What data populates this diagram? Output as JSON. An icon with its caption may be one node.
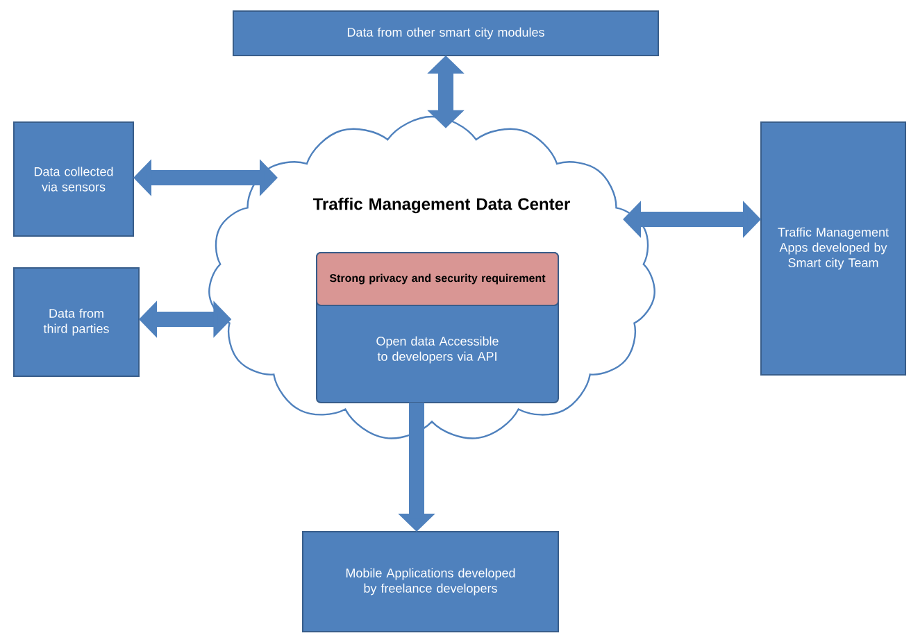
{
  "diagram": {
    "nodes": [
      {
        "text": [
          "Data from other smart city modules"
        ]
      },
      {
        "text": [
          "Data collected via sensors"
        ]
      },
      {
        "text": [
          "Data from third parties"
        ]
      },
      {
        "text": [
          "Traffic Management Data Center"
        ]
      },
      {
        "text": [
          "Open data Accessible to developers via API"
        ],
        "in": 3
      },
      {
        "text": [
          "Strong privacy and security requirement"
        ],
        "in": 4
      },
      {
        "text": [
          "Traffic Management Apps developed by Smart city Team"
        ]
      },
      {
        "text": [
          "Mobile Applications developed by freelance developers"
        ]
      }
    ],
    "edges": [
      {
        "from": 0,
        "to": 3,
        "arrow": "both"
      },
      {
        "from": 1,
        "to": 3,
        "arrow": "both"
      },
      {
        "from": 2,
        "to": 3,
        "arrow": "both"
      },
      {
        "from": 3,
        "to": 6,
        "arrow": "both"
      },
      {
        "from": 4,
        "to": 7,
        "arrow": "to"
      }
    ]
  }
}
